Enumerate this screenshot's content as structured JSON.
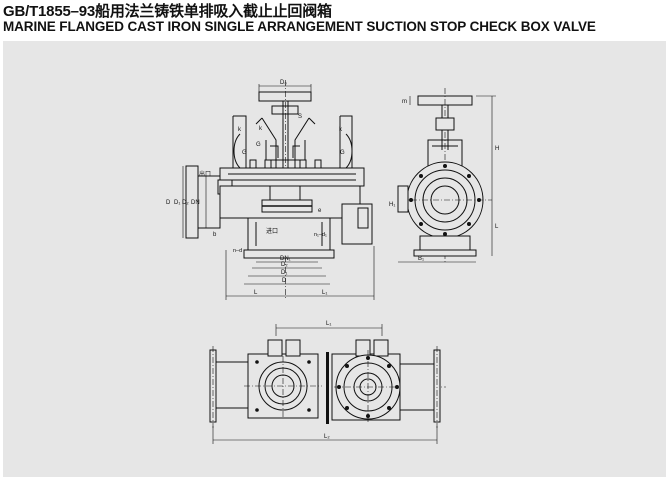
{
  "header": {
    "title_code": "GB/T1855–93",
    "title_cn": "船用法兰铸铁单排吸入截止止回阀箱",
    "title_en": "MARINE FLANGED CAST IRON SINGLE ARRANGEMENT SUCTION STOP CHECK BOX VALVE"
  },
  "drawing": {
    "front_view": {
      "dim_labels": {
        "d0": "D₀",
        "s": "S",
        "k": "k",
        "g": "G",
        "d1": "D₁",
        "d2": "D₂",
        "dn": "DN",
        "d": "D",
        "b": "b",
        "n_d": "n–d",
        "e": "e",
        "dn1": "DN₁",
        "d2b": "D₂",
        "d1b": "D₁",
        "db": "D",
        "n1d1": "n₁–d₁",
        "l": "L",
        "l1": "L₁"
      },
      "port_labels": {
        "outlet": "出口",
        "inlet": "进口"
      }
    },
    "side_view": {
      "dim_labels": {
        "m": "m",
        "h": "H",
        "h1": "H₁",
        "l": "L",
        "b1": "B₁"
      }
    },
    "plan_view": {
      "dim_labels": {
        "l1": "L₁",
        "l2": "L₂"
      }
    }
  }
}
